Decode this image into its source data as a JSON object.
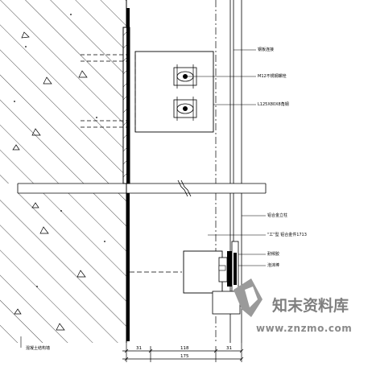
{
  "callouts": {
    "plate_top": "钢板连接",
    "bolt": "M12不锈钢螺栓",
    "angle": "L125X80X8角钢",
    "profile": "铝合金立柱",
    "channel": "\"工\"型 铝合金件1713",
    "sealant": "耐候胶",
    "gasket": "泡沫棒",
    "wall": "混凝土结构墙"
  },
  "dimensions": {
    "d1": "31",
    "d2": "118",
    "d3": "31",
    "total": "175"
  },
  "watermark": {
    "brand": "知末资料库",
    "url": "www.znzmo.com"
  }
}
